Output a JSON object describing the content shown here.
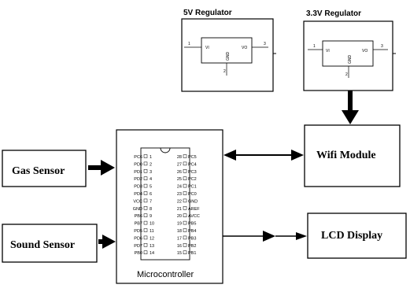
{
  "regulators": {
    "five_volt": {
      "title": "5V Regulator",
      "pin_left": "1",
      "pin_right": "3",
      "label_vi": "VI",
      "label_vo": "VO",
      "label_gnd": "GND",
      "pin_bottom": "2"
    },
    "three_volt": {
      "title": "3.3V  Regulator",
      "pin_left": "1",
      "pin_right": "3",
      "label_vi": "VI",
      "label_vo": "VO",
      "label_gnd": "GND",
      "pin_bottom": "2"
    }
  },
  "blocks": {
    "gas_sensor": "Gas Sensor",
    "sound_sensor": "Sound Sensor",
    "wifi_module": "Wifi  Module",
    "lcd_display": "LCD Display",
    "microcontroller": "Microcontroller"
  },
  "mcu_pins": {
    "left": [
      {
        "name": "PC6",
        "num": "1"
      },
      {
        "name": "PD0",
        "num": "2"
      },
      {
        "name": "PD1",
        "num": "3"
      },
      {
        "name": "PD2",
        "num": "4"
      },
      {
        "name": "PD3",
        "num": "5"
      },
      {
        "name": "PD4",
        "num": "6"
      },
      {
        "name": "VCC",
        "num": "7"
      },
      {
        "name": "GND",
        "num": "8"
      },
      {
        "name": "PB6",
        "num": "9"
      },
      {
        "name": "PB7",
        "num": "10"
      },
      {
        "name": "PD5",
        "num": "11"
      },
      {
        "name": "PD6",
        "num": "12"
      },
      {
        "name": "PD7",
        "num": "13"
      },
      {
        "name": "PB0",
        "num": "14"
      }
    ],
    "right": [
      {
        "num": "28",
        "name": "PC5"
      },
      {
        "num": "27",
        "name": "PC4"
      },
      {
        "num": "26",
        "name": "PC3"
      },
      {
        "num": "25",
        "name": "PC2"
      },
      {
        "num": "24",
        "name": "PC1"
      },
      {
        "num": "23",
        "name": "PC0"
      },
      {
        "num": "22",
        "name": "GND"
      },
      {
        "num": "21",
        "name": "AREF"
      },
      {
        "num": "20",
        "name": "AVCC"
      },
      {
        "num": "19",
        "name": "PB5"
      },
      {
        "num": "18",
        "name": "PB4"
      },
      {
        "num": "17",
        "name": "PB3"
      },
      {
        "num": "16",
        "name": "PB2"
      },
      {
        "num": "15",
        "name": "PB1"
      }
    ]
  }
}
